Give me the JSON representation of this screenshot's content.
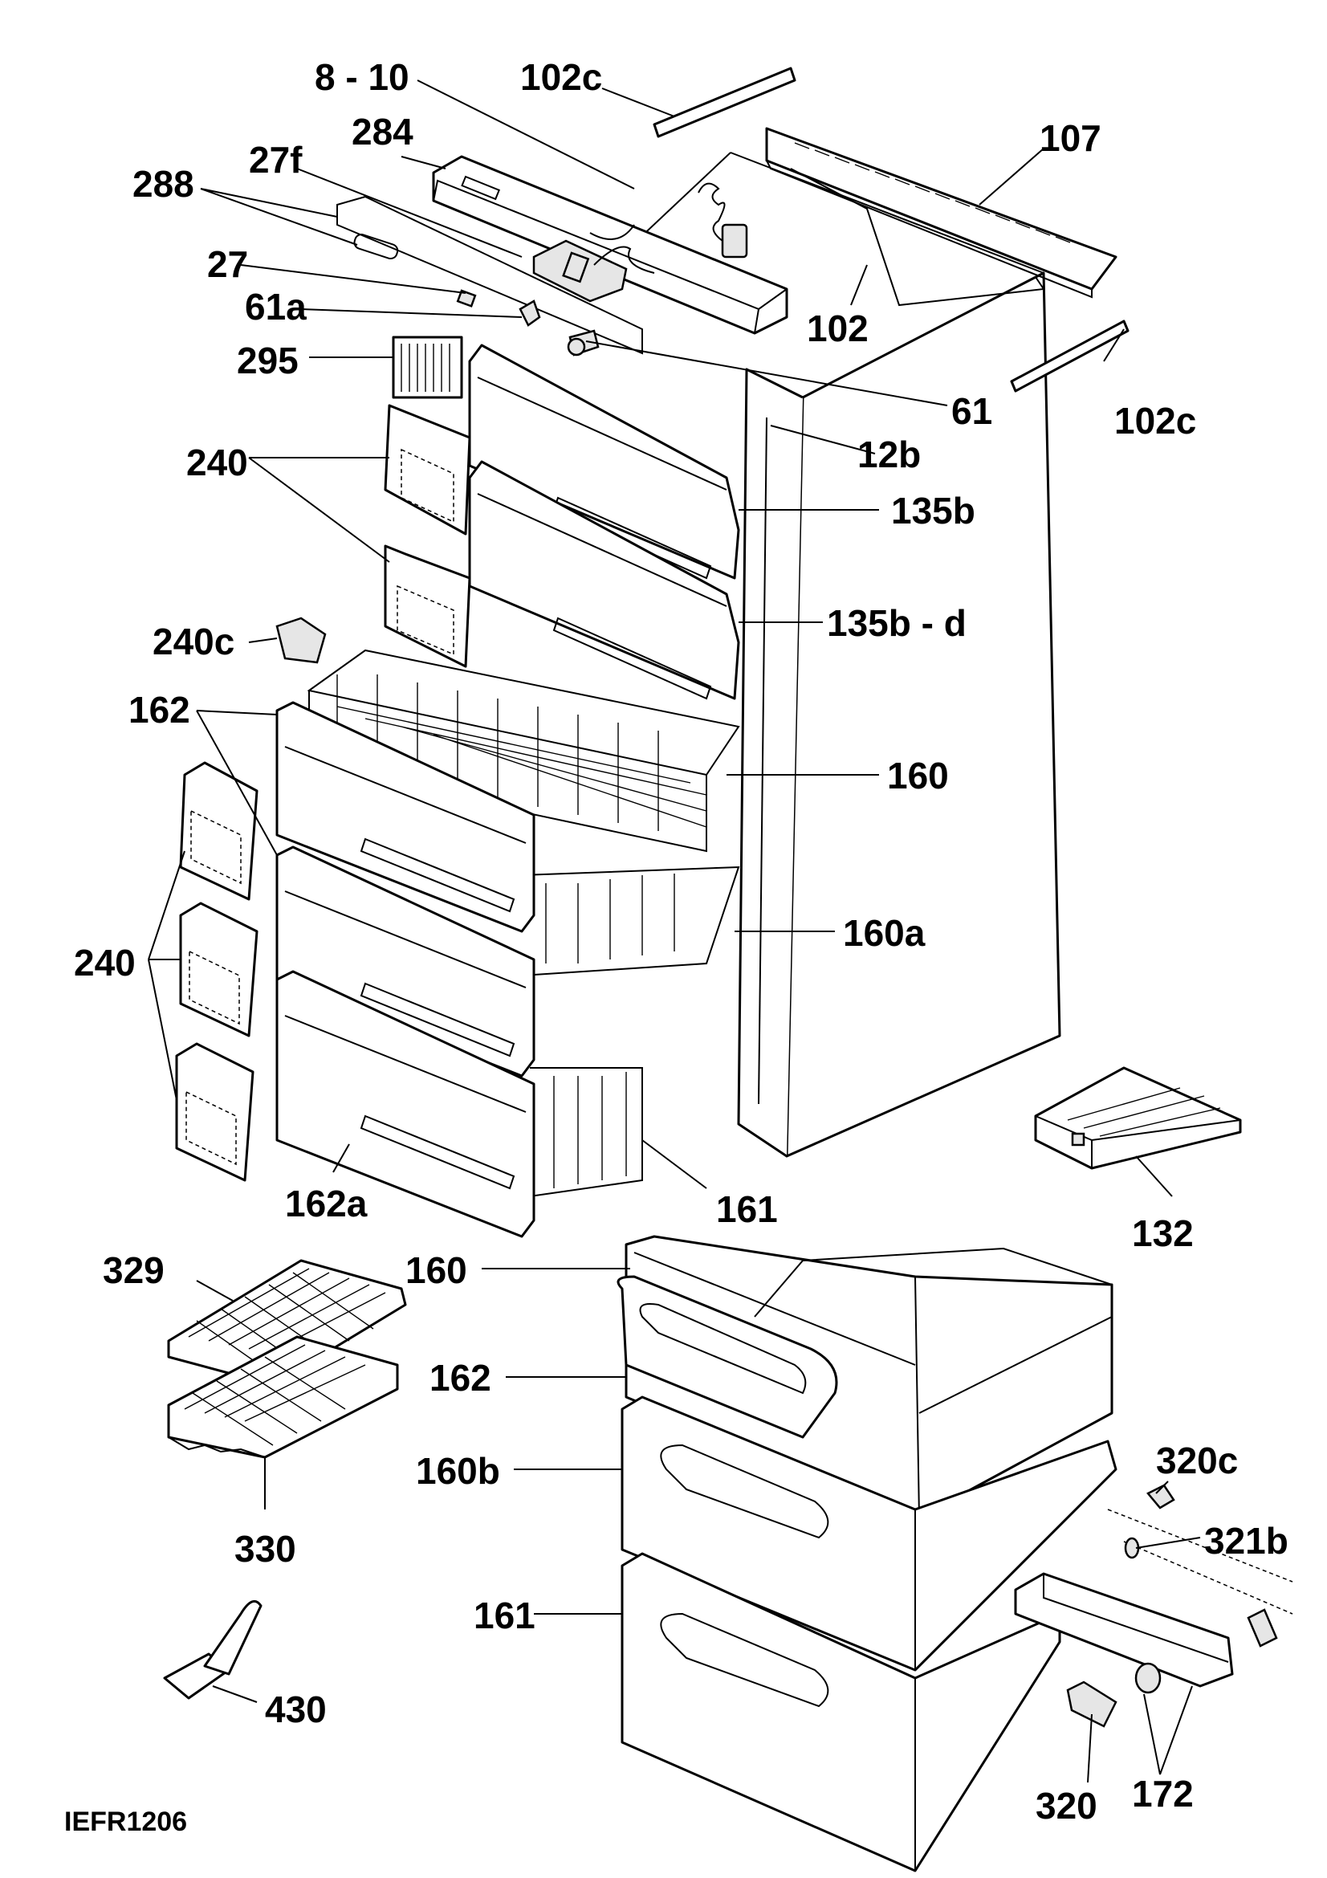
{
  "labels": {
    "l_8_10": "8 - 10",
    "l_102c_top": "102c",
    "l_284": "284",
    "l_107": "107",
    "l_27f": "27f",
    "l_288": "288",
    "l_27": "27",
    "l_61a": "61a",
    "l_102": "102",
    "l_295": "295",
    "l_61": "61",
    "l_102c_right": "102c",
    "l_12b": "12b",
    "l_240_top": "240",
    "l_135b": "135b",
    "l_135b_d": "135b - d",
    "l_240c": "240c",
    "l_162_top": "162",
    "l_160_top": "160",
    "l_160a": "160a",
    "l_240_left": "240",
    "l_162a": "162a",
    "l_161_mid": "161",
    "l_132": "132",
    "l_329": "329",
    "l_160_bottom": "160",
    "l_162_bottom": "162",
    "l_160b": "160b",
    "l_320c": "320c",
    "l_321b": "321b",
    "l_330": "330",
    "l_161_bottom": "161",
    "l_430": "430",
    "l_172": "172",
    "l_320": "320"
  },
  "drawing_code": "IEFR1206"
}
